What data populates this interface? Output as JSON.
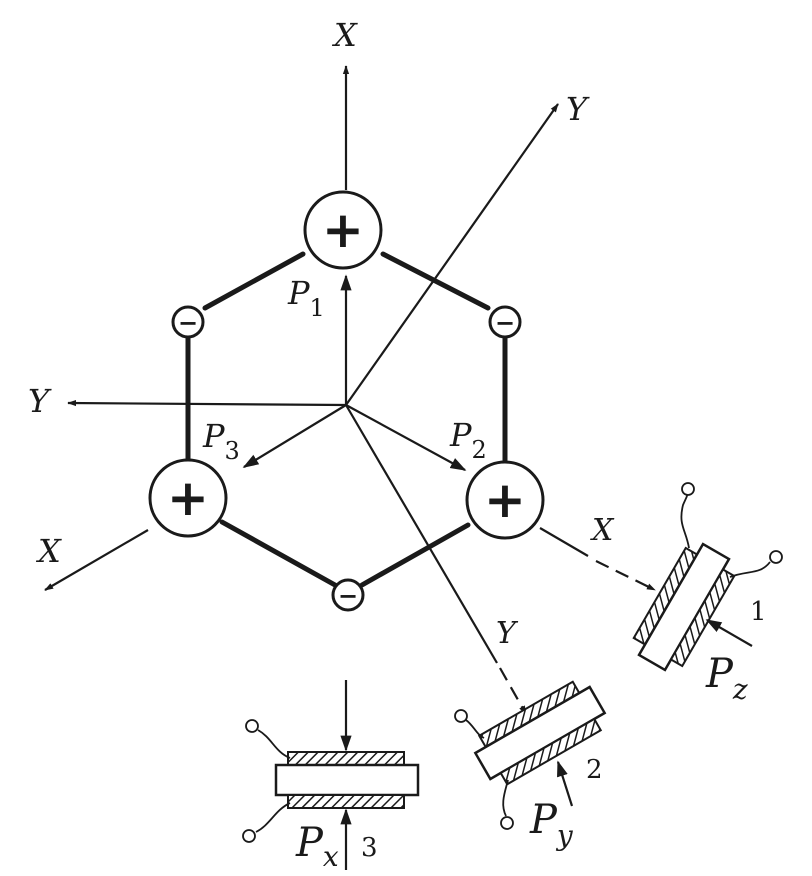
{
  "labels": {
    "x_top": "X",
    "y_upper_right": "Y",
    "y_left": "Y",
    "x_lower_left": "X",
    "x_right": "X",
    "y_lower": "Y"
  },
  "forces": {
    "p1": {
      "base": "P",
      "sub": "1"
    },
    "p2": {
      "base": "P",
      "sub": "2"
    },
    "p3": {
      "base": "P",
      "sub": "3"
    }
  },
  "sensors": [
    {
      "number": "1",
      "force": {
        "base": "P",
        "sub": "z"
      }
    },
    {
      "number": "2",
      "force": {
        "base": "P",
        "sub": "y"
      }
    },
    {
      "number": "3",
      "force": {
        "base": "P",
        "sub": "x"
      }
    }
  ],
  "charges": {
    "positive": "+",
    "negative": "−"
  },
  "colors": {
    "ink": "#1a1a1a",
    "paper": "#ffffff"
  }
}
